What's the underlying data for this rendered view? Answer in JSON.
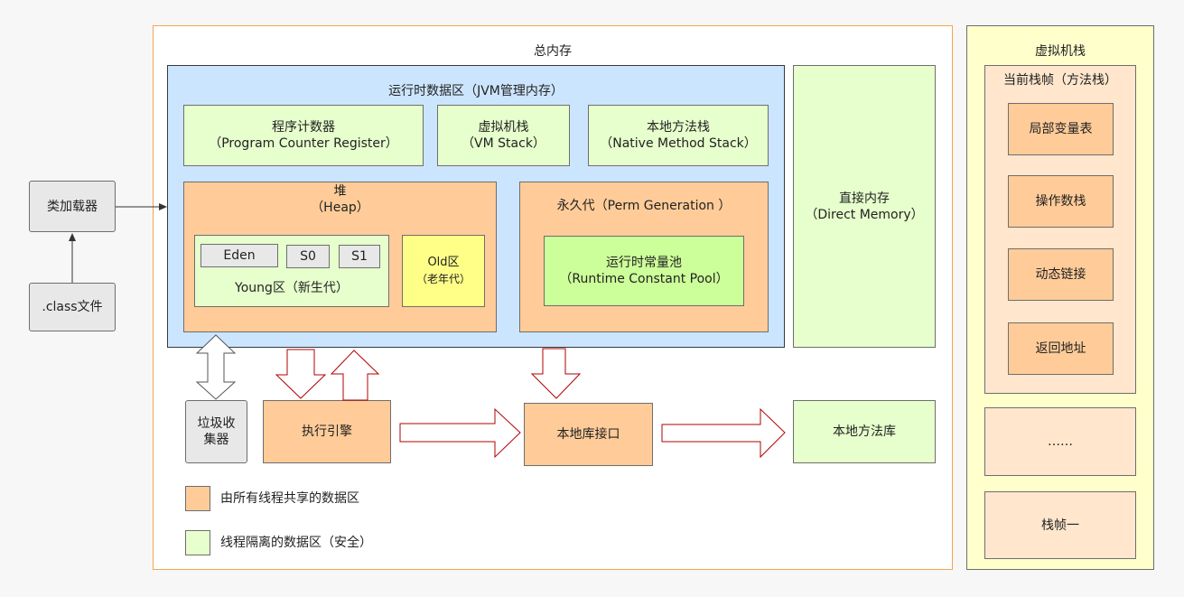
{
  "total_memory": {
    "title": "总内存"
  },
  "runtime_area": {
    "title": "运行时数据区（JVM管理内存）"
  },
  "program_counter": {
    "line1": "程序计数器",
    "line2": "（Program Counter Register）"
  },
  "vm_stack": {
    "line1": "虚拟机栈",
    "line2": "（VM Stack）"
  },
  "native_method_stack": {
    "line1": "本地方法栈",
    "line2": "（Native Method Stack）"
  },
  "heap": {
    "line1": "堆",
    "line2": "（Heap）",
    "young": {
      "label": "Young区（新生代）",
      "eden": "Eden",
      "s0": "S0",
      "s1": "S1"
    },
    "old": {
      "line1": "Old区",
      "line2": "（老年代）"
    }
  },
  "perm": {
    "title": "永久代（Perm Generation ）",
    "constant_pool": {
      "line1": "运行时常量池",
      "line2": "（Runtime Constant Pool）"
    }
  },
  "direct_memory": {
    "line1": "直接内存",
    "line2": "（Direct Memory）"
  },
  "class_loader": {
    "label": "类加载器"
  },
  "class_file": {
    "label": ".class文件"
  },
  "garbage_collector": {
    "line1": "垃圾收",
    "line2": "集器"
  },
  "execution_engine": {
    "label": "执行引擎"
  },
  "native_interface": {
    "label": "本地库接口"
  },
  "native_library": {
    "label": "本地方法库"
  },
  "legend": [
    {
      "label": "由所有线程共享的数据区",
      "color": "#ffcc99"
    },
    {
      "label": "线程隔离的数据区（安全）",
      "color": "#e6ffcc"
    }
  ],
  "vm_stack_panel": {
    "title": "虚拟机栈",
    "current_frame": {
      "title": "当前栈帧（方法栈）",
      "items": [
        "局部变量表",
        "操作数栈",
        "动态链接",
        "返回地址"
      ]
    },
    "ellipsis": "……",
    "frame_one": "栈帧一"
  },
  "colors": {
    "orange": "#ffcc99",
    "green": "#e6ffcc",
    "blue": "#cce5ff",
    "yellow": "#ffff88",
    "peach": "#ffe6cc",
    "border_orange": "#f5a54a",
    "arrow_red": "#b20000"
  }
}
